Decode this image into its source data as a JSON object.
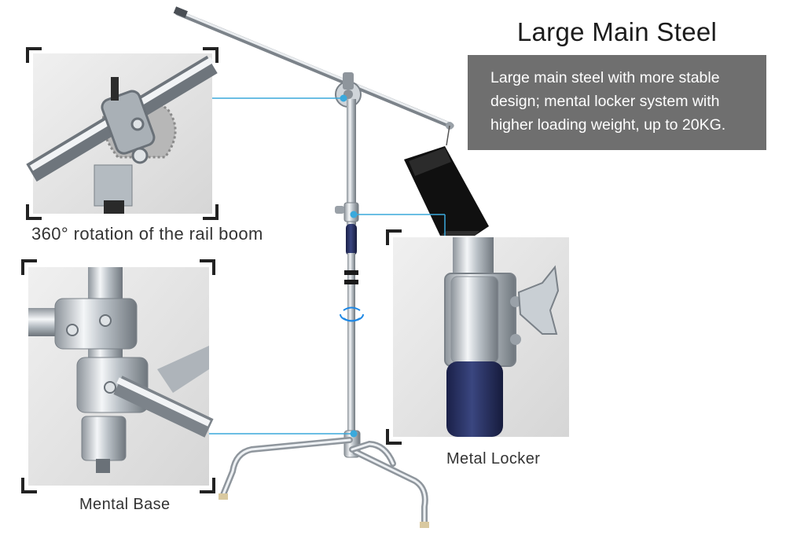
{
  "header": {
    "title": "Large Main Steel",
    "description": "Large main steel with more stable design; mental locker system with higher loading weight, up to 20KG."
  },
  "callouts": [
    {
      "label": "360° rotation of the rail boom",
      "icon": "boom-clamp-closeup"
    },
    {
      "label": "Mental Base",
      "icon": "base-joint-closeup"
    },
    {
      "label": "Metal Locker",
      "icon": "locker-knob-closeup"
    }
  ],
  "colors": {
    "leader_line": "#3aa9dc",
    "description_bg": "#6f6f6f",
    "grip": "#26305e",
    "steel": "#c8cdd2"
  }
}
